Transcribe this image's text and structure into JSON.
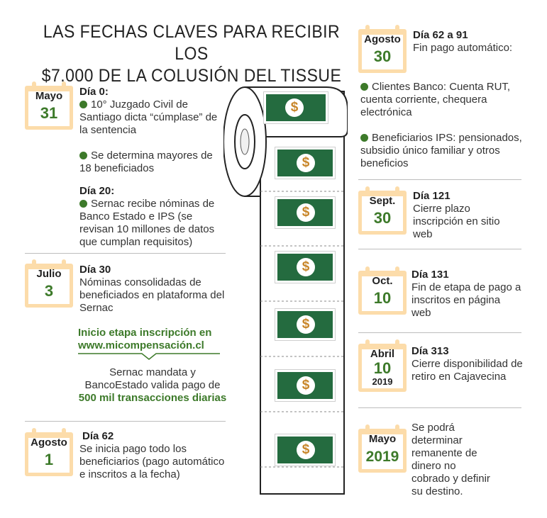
{
  "title": {
    "line1": "LAS FECHAS CLAVES PARA RECIBIR LOS",
    "line2": "$7.000 DE LA COLUSIÓN DEL TISSUE"
  },
  "bill_symbol": "$",
  "left": {
    "may31": {
      "month": "Mayo",
      "day": "31",
      "h1": "Día 0:",
      "b1": "10° Juzgado Civil de Santiago dicta “cúmplase” de la sentencia",
      "b2": "Se determina mayores de 18 beneficiados",
      "h2": "Día 20:",
      "b3": "Sernac recibe nóminas de Banco Estado e IPS (se revisan 10 millones de datos que cumplan requisitos)"
    },
    "jul3": {
      "month": "Julio",
      "day": "3",
      "h": "Día 30",
      "text": "Nóminas consolidadas de beneficiados en plataforma del Sernac",
      "inscription": "Inicio etapa inscripción en",
      "url": "www.micompensación.cl",
      "note_a": "Sernac mandata y BancoEstado valida pago de",
      "note_b": "500 mil transacciones diarias"
    },
    "ago1": {
      "month": "Agosto",
      "day": "1",
      "h": "Día 62",
      "text": "Se inicia pago todo los beneficiarios (pago automático e inscritos a la fecha)"
    }
  },
  "right": {
    "ago30": {
      "month": "Agosto",
      "day": "30",
      "h": "Día 62 a 91",
      "text": "Fin pago automático:",
      "b1": "Clientes Banco: Cuenta RUT, cuenta corriente, chequera electrónica",
      "b2": "Beneficiarios IPS: pensionados, subsidio único familiar y otros beneficios"
    },
    "sep30": {
      "month": "Sept.",
      "day": "30",
      "h": "Día 121",
      "text": "Cierre plazo inscripción en sitio web"
    },
    "oct10": {
      "month": "Oct.",
      "day": "10",
      "h": "Día 131",
      "text": "Fin de etapa de pago a inscritos en página web"
    },
    "abr10": {
      "month": "Abril",
      "day": "10",
      "year": "2019",
      "h": "Día 313",
      "text": "Cierre disponibilidad de retiro en Cajavecina"
    },
    "may2019": {
      "month": "Mayo",
      "day": "2019",
      "text": "Se podrá determinar remanente de dinero no cobrado y definir su destino."
    }
  },
  "colors": {
    "green": "#3d7a2a",
    "calendar": "#fcdcaa",
    "bill": "#246b3f",
    "coin": "#c8862a"
  }
}
